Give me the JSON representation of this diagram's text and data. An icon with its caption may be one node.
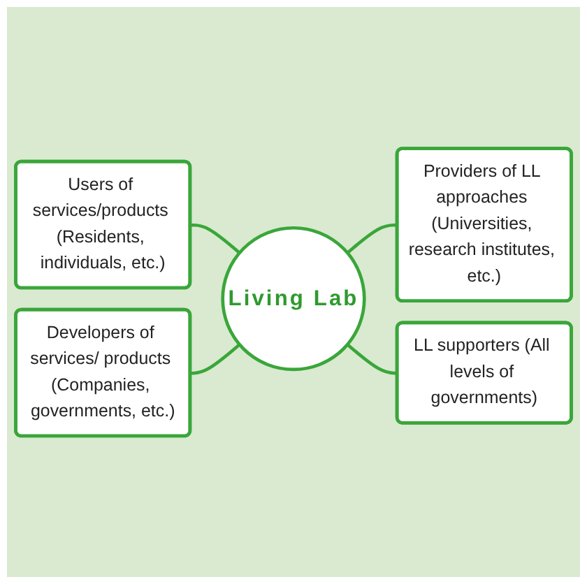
{
  "diagram": {
    "nodes": [
      {
        "text": [
          "Users of services/products (Residents, individuals, etc.)"
        ]
      },
      {
        "text": [
          "Developers of services/ products (Companies, governments, etc.)"
        ]
      },
      {
        "text": [
          "Living Lab"
        ]
      },
      {
        "text": [
          "Providers of LL approaches (Universities, research institutes, etc.)"
        ]
      },
      {
        "text": [
          "LL supporters (All levels of governments)"
        ]
      }
    ],
    "edges": [
      {
        "from": 0,
        "to": 2,
        "arrow": "none"
      },
      {
        "from": 1,
        "to": 2,
        "arrow": "none"
      },
      {
        "from": 2,
        "to": 3,
        "arrow": "none"
      },
      {
        "from": 2,
        "to": 4,
        "arrow": "none"
      }
    ]
  }
}
